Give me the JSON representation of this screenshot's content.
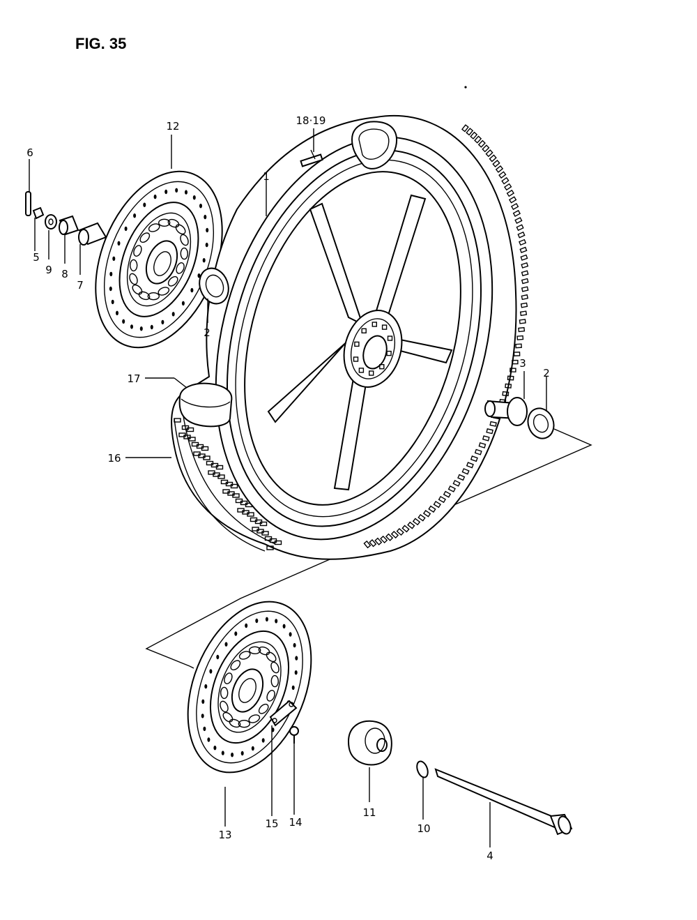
{
  "figure": {
    "title": "FIG. 35"
  },
  "callouts": {
    "c1": "1",
    "c2a": "2",
    "c2b": "2",
    "c3": "3",
    "c4": "4",
    "c5": "5",
    "c6": "6",
    "c7": "7",
    "c8": "8",
    "c9": "9",
    "c10": "10",
    "c11": "11",
    "c12": "12",
    "c13": "13",
    "c14": "14",
    "c15": "15",
    "c16": "16",
    "c17": "17",
    "c1819": "18·19"
  }
}
